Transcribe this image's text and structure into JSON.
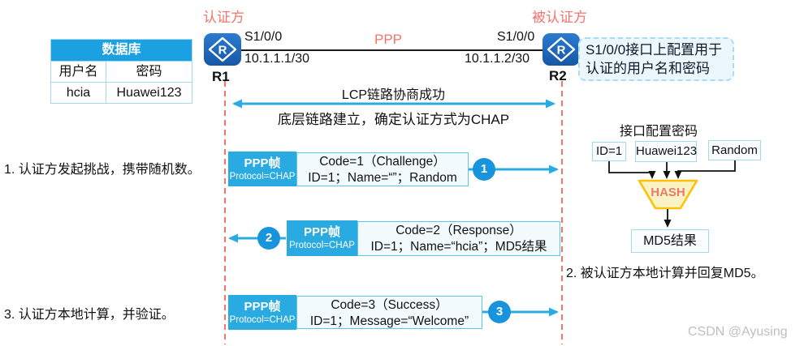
{
  "top": {
    "authenticator_label": "认证方",
    "authenticatee_label": "被认证方",
    "ppp_label": "PPP",
    "left_interface": "S1/0/0",
    "left_ip": "10.1.1.1/30",
    "right_interface": "S1/0/0",
    "right_ip": "10.1.1.2/30",
    "router1_name": "R1",
    "router2_name": "R2"
  },
  "icons": {
    "router_letter": "R"
  },
  "database": {
    "title": "数据库",
    "headers": [
      "用户名",
      "密码"
    ],
    "rows": [
      [
        "hcia",
        "Huawei123"
      ]
    ]
  },
  "note": {
    "line1": "S1/0/0接口上配置用于",
    "line2": "认证的用户名和密码"
  },
  "lcp": {
    "line1": "LCP链路协商成功",
    "line2": "底层链路建立，确定认证方式为CHAP"
  },
  "steps": {
    "step1": "1. 认证方发起挑战，携带随机数。",
    "step2": "2. 被认证方本地计算并回复MD5。",
    "step3": "3. 认证方本地计算，并验证。"
  },
  "frames": [
    {
      "badge": "1",
      "ppp_label": "PPP帧",
      "protocol": "Protocol=CHAP",
      "code": "Code=1（Challenge）",
      "fields": "ID=1；Name=“”；Random",
      "direction": "right"
    },
    {
      "badge": "2",
      "ppp_label": "PPP帧",
      "protocol": "Protocol=CHAP",
      "code": "Code=2（Response）",
      "fields": "ID=1；Name=“hcia”；MD5结果",
      "direction": "left"
    },
    {
      "badge": "3",
      "ppp_label": "PPP帧",
      "protocol": "Protocol=CHAP",
      "code": "Code=3（Success）",
      "fields": "ID=1；Message=“Welcome”",
      "direction": "right"
    }
  ],
  "hash_diagram": {
    "title": "接口配置密码",
    "inputs": [
      "ID=1",
      "Huawei123",
      "Random"
    ],
    "hash_label": "HASH",
    "output": "MD5结果"
  },
  "watermark": "CSDN @Ayusing",
  "colors": {
    "cyan_accent": "#29ABE2",
    "table_header_blue": "#1BA1E2",
    "badge_blue": "#1794DC",
    "salmon_red": "#F4736B",
    "router_blue": "#1C66B8",
    "funnel_fill": "#FBF3C4",
    "funnel_stroke": "#FFC107",
    "note_bg": "#EBF7FD",
    "frame_content_bg": "#F2FAFE"
  }
}
